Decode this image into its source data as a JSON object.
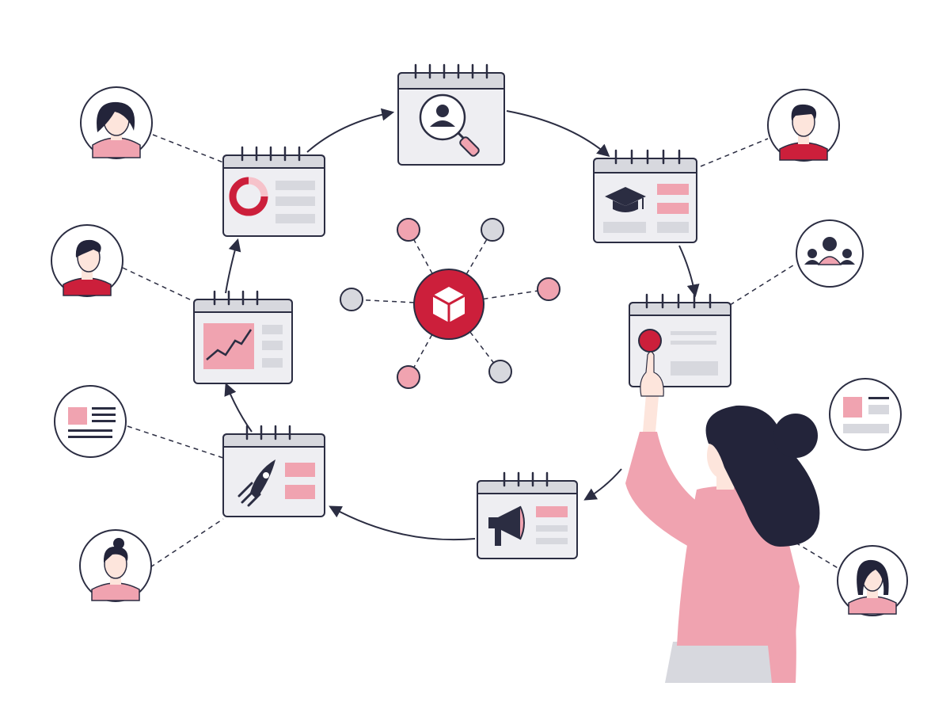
{
  "colors": {
    "ink": "#2b2d42",
    "red": "#cc1f3b",
    "pink": "#f0a3b0",
    "light_pink": "#f6c2ca",
    "gray": "#d7d8de",
    "light_gray": "#eeeef2",
    "skin": "#fde5dc",
    "hair": "#23243a"
  },
  "hub": {
    "icon": "cube-icon"
  },
  "cards": [
    {
      "key": "search",
      "icon": "magnifier-user-icon"
    },
    {
      "key": "education",
      "icon": "graduation-cap-icon"
    },
    {
      "key": "record",
      "icon": "record-button-icon"
    },
    {
      "key": "announce",
      "icon": "megaphone-icon"
    },
    {
      "key": "launch",
      "icon": "rocket-icon"
    },
    {
      "key": "growth",
      "icon": "line-chart-icon"
    },
    {
      "key": "analytics",
      "icon": "donut-chart-icon"
    }
  ],
  "people": [
    {
      "key": "woman-top-left",
      "icon": "woman-avatar-icon"
    },
    {
      "key": "man-top-right",
      "icon": "man-avatar-icon"
    },
    {
      "key": "man-left",
      "icon": "man-avatar-icon"
    },
    {
      "key": "team-right",
      "icon": "team-icon"
    },
    {
      "key": "doc-left",
      "icon": "document-icon"
    },
    {
      "key": "doc-right",
      "icon": "document-icon"
    },
    {
      "key": "woman-bottom-left",
      "icon": "woman-bun-avatar-icon"
    },
    {
      "key": "woman-bottom-right",
      "icon": "woman-avatar-icon"
    }
  ]
}
